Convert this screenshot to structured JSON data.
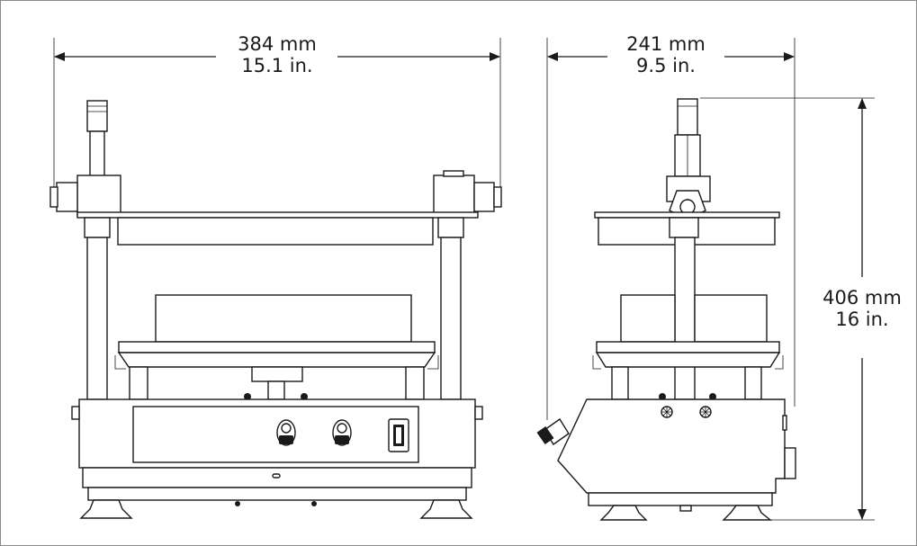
{
  "dimensions": {
    "front_width": {
      "metric": "384 mm",
      "imperial": "15.1 in."
    },
    "side_depth": {
      "metric": "241 mm",
      "imperial": "9.5 in."
    },
    "height": {
      "metric": "406 mm",
      "imperial": "16 in."
    }
  },
  "colors": {
    "line": "#1a1a1a",
    "background": "#ffffff",
    "frame": "#8a8a8a"
  }
}
